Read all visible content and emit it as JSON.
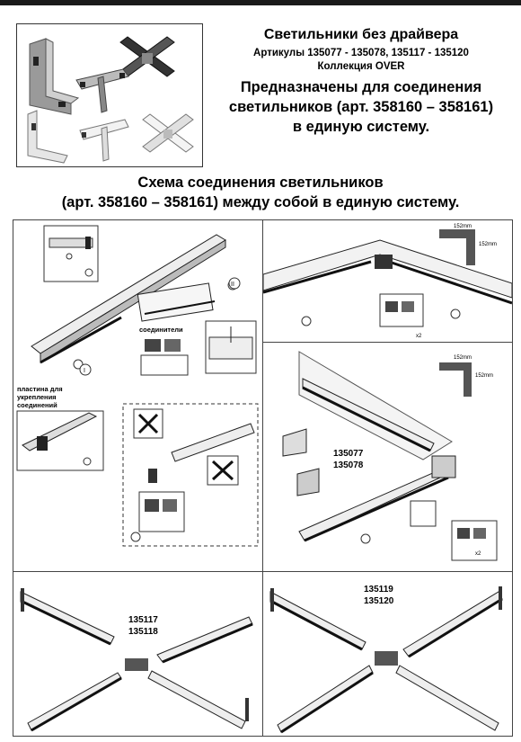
{
  "header": {
    "title": "Светильники без драйвера",
    "articles": "Артикулы 135077 - 135078, 135117 - 135120",
    "collection": "Коллекция OVER",
    "purpose_line1": "Предназначены для соединения",
    "purpose_line2": "светильников (арт. 358160 – 358161)",
    "purpose_line3": "в единую систему."
  },
  "schema": {
    "line1": "Схема соединения светильников",
    "line2": "(арт. 358160 – 358161) между собой в единую систему."
  },
  "panel1": {
    "label_connectors": "соединители",
    "label_plate_1": "пластина для",
    "label_plate_2": "укрепления",
    "label_plate_3": "соединений",
    "roman_1": "I",
    "roman_2": "II"
  },
  "panel2": {
    "dim_w": "152mm",
    "dim_h": "152mm",
    "x2": "x2"
  },
  "panel3": {
    "codes_1": "135077",
    "codes_2": "135078",
    "dim_w": "152mm",
    "dim_h": "152mm",
    "x2": "x2"
  },
  "panel4": {
    "codes_1": "135117",
    "codes_2": "135118"
  },
  "panel5": {
    "codes_1": "135119",
    "codes_2": "135120"
  },
  "colors": {
    "frame": "#444444",
    "rule": "#1a1a1a",
    "line": "#222222"
  }
}
